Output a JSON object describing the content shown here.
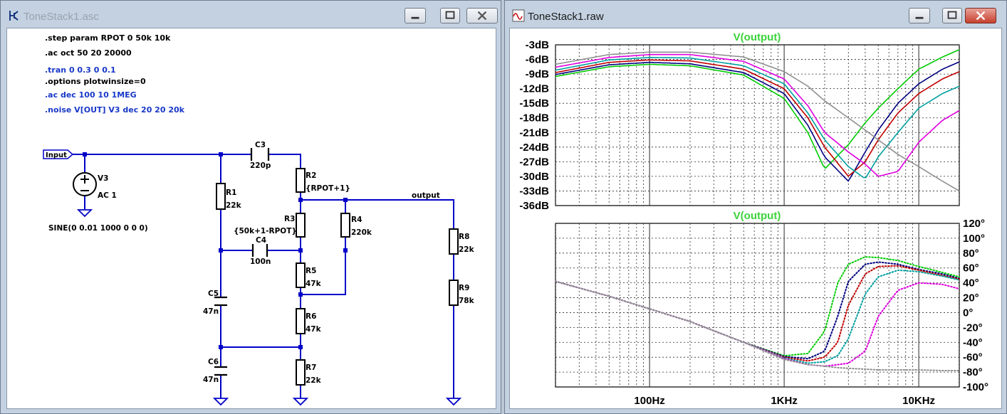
{
  "left_window": {
    "title": "ToneStack1.asc",
    "directives": [
      {
        "text": ".step param RPOT 0 50k 10k",
        "active": true
      },
      {
        "text": ".ac oct 50 20 20000",
        "active": true
      },
      {
        "text": ".tran 0 0.3 0 0.1",
        "active": false
      },
      {
        "text": ".options plotwinsize=0",
        "active": true
      },
      {
        "text": ".ac dec 100 10 1MEG",
        "active": false
      },
      {
        "text": ".noise V[OUT] V3 dec 20 20 20k",
        "active": false
      }
    ],
    "input_label": "Input",
    "output_label": "output",
    "source": {
      "name": "V3",
      "value": "AC 1",
      "tran": "SINE(0 0.01 1000 0 0 0)"
    },
    "components": {
      "C3": {
        "name": "C3",
        "value": "220p"
      },
      "R1": {
        "name": "R1",
        "value": "22k"
      },
      "R2": {
        "name": "R2",
        "value": "{RPOT+1}"
      },
      "R3": {
        "name": "R3",
        "value": "{50k+1-RPOT}"
      },
      "R4": {
        "name": "R4",
        "value": "220k"
      },
      "C4": {
        "name": "C4",
        "value": "100n"
      },
      "R5": {
        "name": "R5",
        "value": "47k"
      },
      "R6": {
        "name": "R6",
        "value": "47k"
      },
      "R7": {
        "name": "R7",
        "value": "22k"
      },
      "C5": {
        "name": "C5",
        "value": "47n"
      },
      "C6": {
        "name": "C6",
        "value": "47n"
      },
      "R8": {
        "name": "R8",
        "value": "22k"
      },
      "R9": {
        "name": "R9",
        "value": "78k"
      }
    }
  },
  "right_window": {
    "title": "ToneStack1.raw",
    "colors": {
      "trace_title": "#3cd23c",
      "grid": "#2a2a2a"
    },
    "chart_data": [
      {
        "type": "line",
        "title": "V(output)",
        "xlabel": "",
        "ylabel": "",
        "x_scale": "log",
        "xlim": [
          20,
          20000
        ],
        "ylim": [
          -36,
          -3
        ],
        "grid": true,
        "y_ticks": [
          "-3dB",
          "-6dB",
          "-9dB",
          "-12dB",
          "-15dB",
          "-18dB",
          "-21dB",
          "-24dB",
          "-27dB",
          "-30dB",
          "-33dB",
          "-36dB"
        ],
        "x": [
          20,
          50,
          100,
          200,
          500,
          1000,
          1500,
          2000,
          3000,
          4000,
          5000,
          7000,
          10000,
          15000,
          20000
        ],
        "series": [
          {
            "color": "#00cc00",
            "values": [
              -9.5,
              -7.5,
              -7,
              -7.3,
              -9.2,
              -14,
              -21,
              -28.5,
              -23.5,
              -19,
              -16,
              -12,
              -8,
              -5.5,
              -4
            ]
          },
          {
            "color": "#000080",
            "values": [
              -9.1,
              -7.1,
              -6.6,
              -6.9,
              -8.7,
              -13,
              -19.5,
              -26,
              -31,
              -25,
              -20.5,
              -15,
              -11,
              -8,
              -6.5
            ]
          },
          {
            "color": "#c00000",
            "values": [
              -8.7,
              -6.6,
              -6.1,
              -6.3,
              -8,
              -12,
              -18,
              -24,
              -30,
              -27,
              -22.5,
              -17,
              -13,
              -10,
              -8.5
            ]
          },
          {
            "color": "#00a0a0",
            "values": [
              -8.2,
              -6.1,
              -5.6,
              -5.7,
              -7.3,
              -11,
              -17,
              -22.5,
              -28,
              -30.5,
              -26,
              -21,
              -16,
              -13,
              -11.5
            ]
          },
          {
            "color": "#e000e0",
            "values": [
              -7.6,
              -5.6,
              -5,
              -5,
              -6.4,
              -10,
              -15.5,
              -21,
              -25,
              -27.5,
              -30,
              -29,
              -23,
              -18.5,
              -16.5
            ]
          },
          {
            "color": "#909090",
            "values": [
              -7,
              -5,
              -4.5,
              -4.5,
              -5.5,
              -8.5,
              -11.5,
              -14.5,
              -18,
              -20.5,
              -22.5,
              -25.5,
              -28,
              -31,
              -33
            ]
          }
        ]
      },
      {
        "type": "line",
        "title": "V(output)",
        "xlabel": "",
        "ylabel": "",
        "x_scale": "log",
        "xlim": [
          20,
          20000
        ],
        "ylim": [
          -100,
          120
        ],
        "grid": true,
        "x_ticks": [
          "100Hz",
          "1KHz",
          "10KHz"
        ],
        "y_ticks": [
          "120°",
          "100°",
          "80°",
          "60°",
          "40°",
          "20°",
          "0°",
          "-20°",
          "-40°",
          "-60°",
          "-80°",
          "-100°"
        ],
        "x": [
          20,
          50,
          100,
          200,
          500,
          1000,
          1500,
          2000,
          2500,
          3000,
          4000,
          5000,
          7000,
          10000,
          15000,
          20000
        ],
        "series": [
          {
            "color": "#00cc00",
            "values": [
              42,
              22,
              5,
              -12,
              -40,
              -58,
              -55,
              -25,
              40,
              65,
              75,
              74,
              70,
              62,
              54,
              48
            ]
          },
          {
            "color": "#000080",
            "values": [
              42,
              22,
              5,
              -12,
              -40,
              -59,
              -62,
              -52,
              -5,
              42,
              65,
              68,
              65,
              58,
              52,
              46
            ]
          },
          {
            "color": "#c00000",
            "values": [
              42,
              22,
              5,
              -12,
              -40,
              -60,
              -65,
              -60,
              -40,
              10,
              52,
              62,
              63,
              57,
              50,
              45
            ]
          },
          {
            "color": "#00a0a0",
            "values": [
              42,
              22,
              5,
              -12,
              -40,
              -61,
              -68,
              -66,
              -58,
              -35,
              25,
              48,
              57,
              55,
              49,
              44
            ]
          },
          {
            "color": "#e000e0",
            "values": [
              42,
              22,
              5,
              -12,
              -40,
              -62,
              -70,
              -72,
              -70,
              -68,
              -52,
              -5,
              30,
              40,
              38,
              32
            ]
          },
          {
            "color": "#909090",
            "values": [
              42,
              22,
              5,
              -12,
              -40,
              -63,
              -70,
              -72,
              -74,
              -75,
              -76,
              -77,
              -77,
              -77,
              -78,
              -78
            ]
          }
        ]
      }
    ]
  }
}
